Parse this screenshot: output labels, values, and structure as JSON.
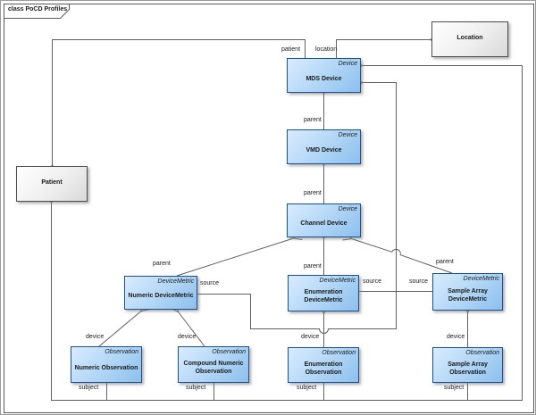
{
  "diagram": {
    "title": "class PoCD Profiles"
  },
  "classes": {
    "location": {
      "name": "Location"
    },
    "patient": {
      "name": "Patient"
    },
    "mds": {
      "stereotype": "Device",
      "name": "MDS Device"
    },
    "vmd": {
      "stereotype": "Device",
      "name": "VMD Device"
    },
    "channel": {
      "stereotype": "Device",
      "name": "Channel Device"
    },
    "numeric_dm": {
      "stereotype": "DeviceMetric",
      "name": "Numeric DeviceMetric"
    },
    "enum_dm": {
      "stereotype": "DeviceMetric",
      "name": "Enumeration DeviceMetric"
    },
    "sample_dm": {
      "stereotype": "DeviceMetric",
      "name": "Sample Array DeviceMetric"
    },
    "numeric_obs": {
      "stereotype": "Observation",
      "name": "Numeric Observation"
    },
    "compound_obs": {
      "stereotype": "Observation",
      "name": "Compound Numeric Observation"
    },
    "enum_obs": {
      "stereotype": "Observation",
      "name": "Enumeration Observation"
    },
    "sample_obs": {
      "stereotype": "Observation",
      "name": "Sample Array Observation"
    }
  },
  "labels": {
    "patient": "patient",
    "location": "location",
    "parent_vmd": "parent",
    "parent_channel": "parent",
    "parent_numeric_dm": "parent",
    "parent_enum_dm": "parent",
    "parent_sample_dm": "parent",
    "source_numeric_dm": "source",
    "source_enum_dm": "source",
    "source_sample_dm": "source",
    "device_numeric_obs": "device",
    "device_compound_obs": "device",
    "device_enum_obs": "device",
    "device_sample_obs": "device",
    "subject_numeric_obs": "subject",
    "subject_compound_obs": "subject",
    "subject_enum_obs": "subject",
    "subject_sample_obs": "subject"
  },
  "colors": {
    "class_fill_light": "#d9ecff",
    "class_fill_dark": "#8cc0ee",
    "class_border": "#1c4f93",
    "neutral_fill_light": "#ffffff",
    "neutral_fill_dark": "#d9d9d9",
    "neutral_border": "#4d4d4d",
    "line": "#606060",
    "text": "#1a1a1a"
  }
}
